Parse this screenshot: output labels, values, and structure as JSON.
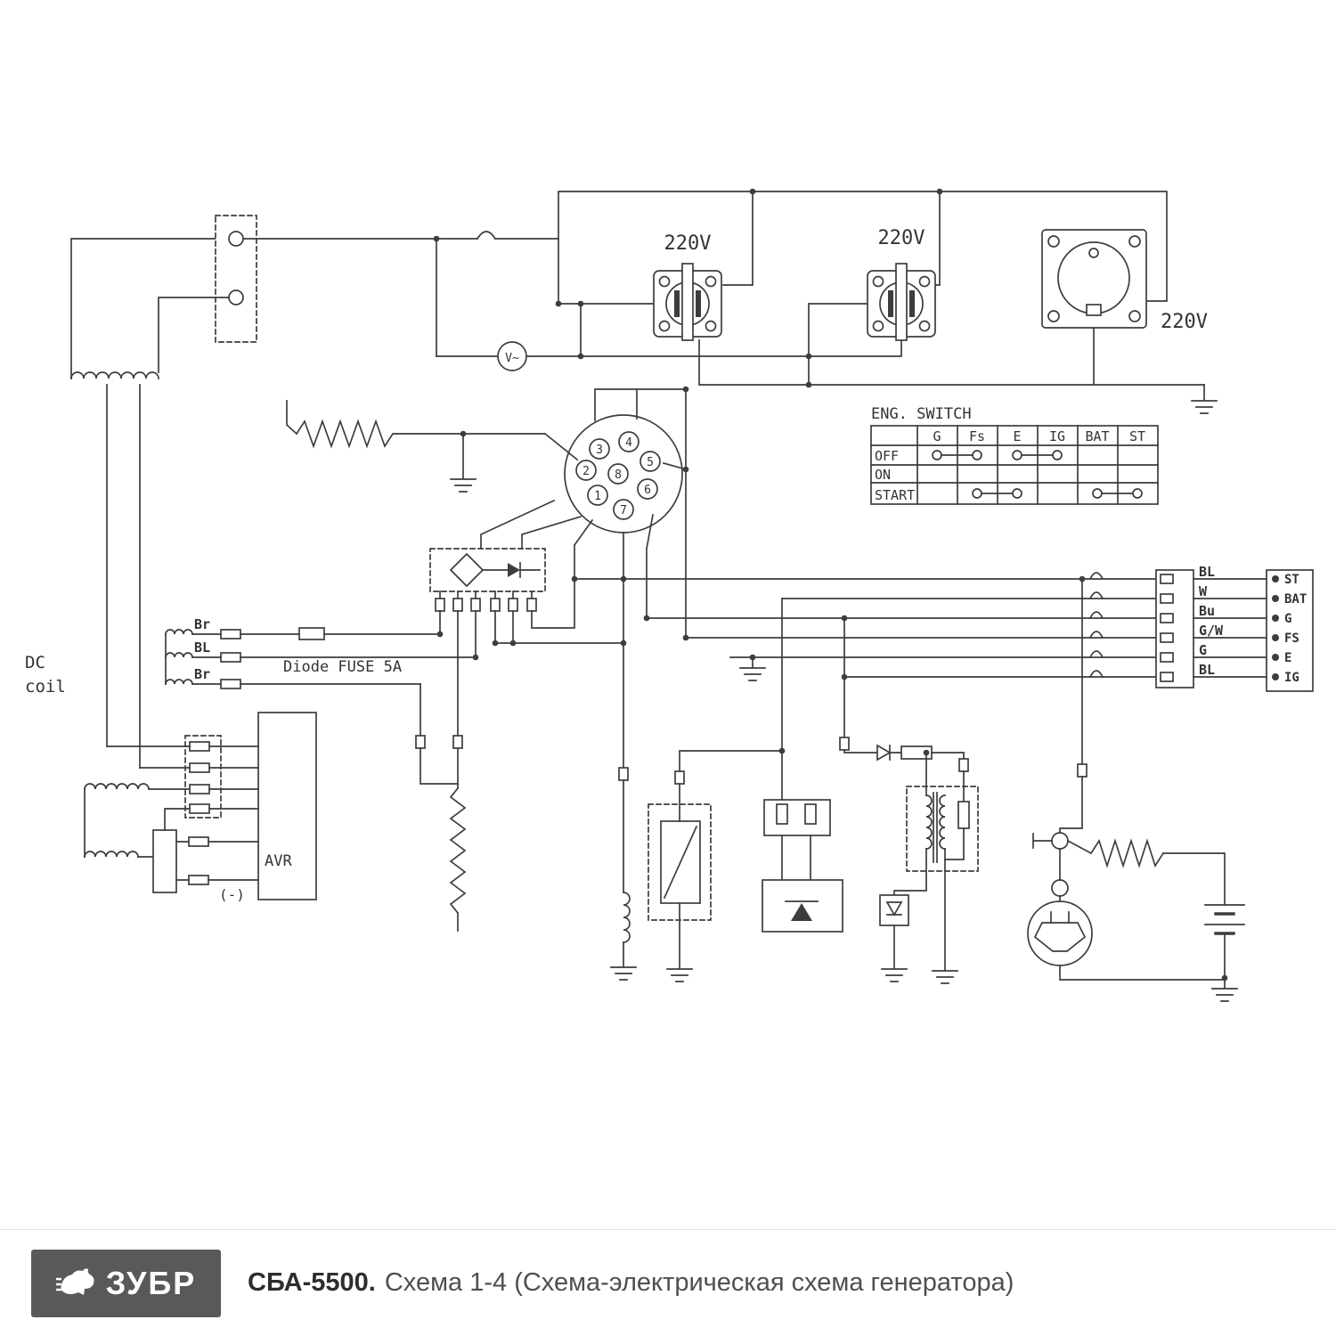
{
  "colors": {
    "line": "#3d3d3d",
    "text": "#333333",
    "footer_logo_bg": "#58595b",
    "background": "#ffffff"
  },
  "sockets": {
    "s1": "220V",
    "s2": "220V",
    "s3": "220V"
  },
  "voltmeter": "V~",
  "eng_switch": {
    "title": "ENG. SWITCH",
    "columns": [
      "G",
      "Fs",
      "E",
      "IG",
      "BAT",
      "ST"
    ],
    "rows": [
      "OFF",
      "ON",
      "START"
    ]
  },
  "connector": {
    "pins": [
      "3",
      "4",
      "2",
      "5",
      "8",
      "1",
      "6",
      "7"
    ]
  },
  "dc_coil": {
    "label_line1": "DC",
    "label_line2": "coil",
    "wires": [
      "Br",
      "BL",
      "Br"
    ],
    "fuse_label": "Diode FUSE 5A"
  },
  "harness": {
    "wires": [
      "BL",
      "W",
      "Bu",
      "G/W",
      "G",
      "BL"
    ],
    "terminals": [
      "ST",
      "BAT",
      "G",
      "FS",
      "E",
      "IG"
    ]
  },
  "avr": {
    "label": "AVR",
    "minus": "(-)"
  },
  "footer": {
    "brand": "ЗУБР",
    "model": "СБА-5500.",
    "caption": "Схема 1-4 (Схема-электрическая схема генератора)"
  }
}
